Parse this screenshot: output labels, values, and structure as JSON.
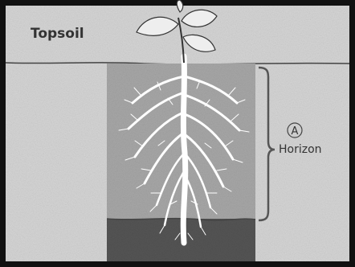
{
  "diagram": {
    "topsoil_label": "Topsoil",
    "horizon_letter": "A",
    "horizon_label": "Horizon"
  },
  "colors": {
    "frame": "#111111",
    "background": "#d6d6d6",
    "upper_horizon": "#a8a8a8",
    "lower_horizon": "#555555",
    "roots": "#ffffff",
    "leaves": "#eeeeee",
    "text": "#333333"
  },
  "icons": {
    "plant": "seedling-with-roots"
  }
}
